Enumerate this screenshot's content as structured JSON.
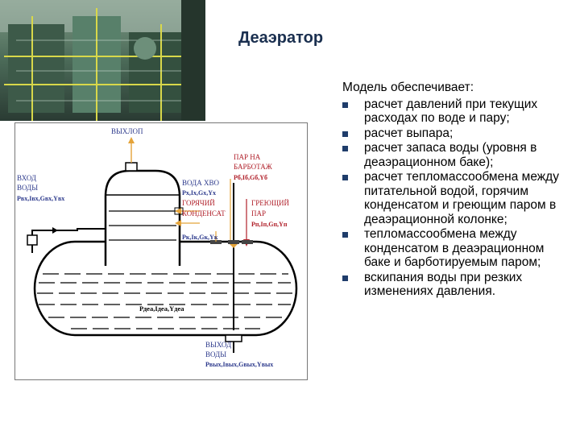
{
  "slide": {
    "title": "Деаэратор"
  },
  "diagram": {
    "labels": {
      "exhaust": "ВЫХЛОП",
      "water_in": [
        "ВХОД",
        "ВОДЫ",
        "Рвх,Iвх,Gвх,Yвх"
      ],
      "hvo_water": [
        "ВОДА ХВО",
        "Рх,Iх,Gх,Yх"
      ],
      "barbotage_steam": [
        "ПАР НА",
        "БАРБОТАЖ",
        "Рб,Iб,Gб,Yб"
      ],
      "hot_condensate": [
        "ГОРЯЧИЙ",
        "КОНДЕНСАТ",
        "Рк,Iк,Gк,Yк"
      ],
      "heating_steam": [
        "ГРЕЮЩИЙ",
        "ПАР",
        "Рп,Iп,Gп,Yп"
      ],
      "tank_params": "Рдеа,Iдеа,Yдеа",
      "water_out": [
        "ВЫХОД",
        "ВОДЫ",
        "Рвых,Iвых,Gвых,Yвых"
      ]
    }
  },
  "model": {
    "intro": "Модель обеспечивает:",
    "bullets": [
      "расчет давлений при текущих расходах по воде и пару;",
      "расчет выпара;",
      " расчет запаса воды (уровня в деаэрационном баке);",
      " расчет тепломассообмена между питательной водой, горячим конденсатом и греющим паром в деаэрационной колонке;",
      "тепломассообмена между конденсатом в деаэрационном баке и барботируемым паром;",
      "вскипания воды при резких изменениях давления."
    ],
    "bullet_color": "#1f3d6b"
  },
  "colors": {
    "label_blue": "#2d3a8c",
    "label_red": "#b0202a",
    "title": "#1a2f4f"
  }
}
